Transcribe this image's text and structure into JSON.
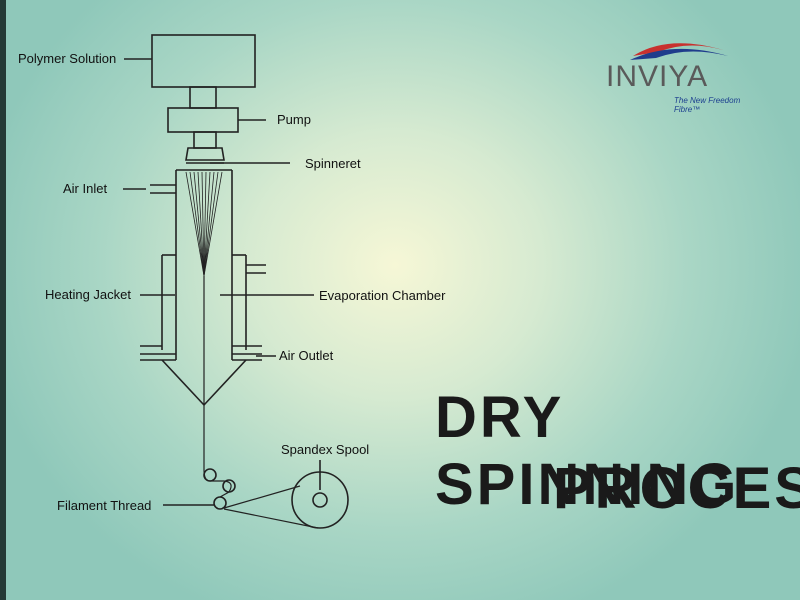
{
  "labels": {
    "polymer_solution": "Polymer Solution",
    "pump": "Pump",
    "spinneret": "Spinneret",
    "air_inlet": "Air Inlet",
    "heating_jacket": "Heating Jacket",
    "evaporation_chamber": "Evaporation Chamber",
    "air_outlet": "Air Outlet",
    "spandex_spool": "Spandex Spool",
    "filament_thread": "Filament Thread"
  },
  "brand": {
    "name": "INVIYA",
    "tagline": "The New Freedom Fibre™",
    "colors": {
      "red": "#c8302e",
      "blue": "#1f3c8c",
      "text": "#5a5a5a"
    }
  },
  "title": {
    "line1": "DRY SPINNING",
    "line2": "PROCESS"
  }
}
